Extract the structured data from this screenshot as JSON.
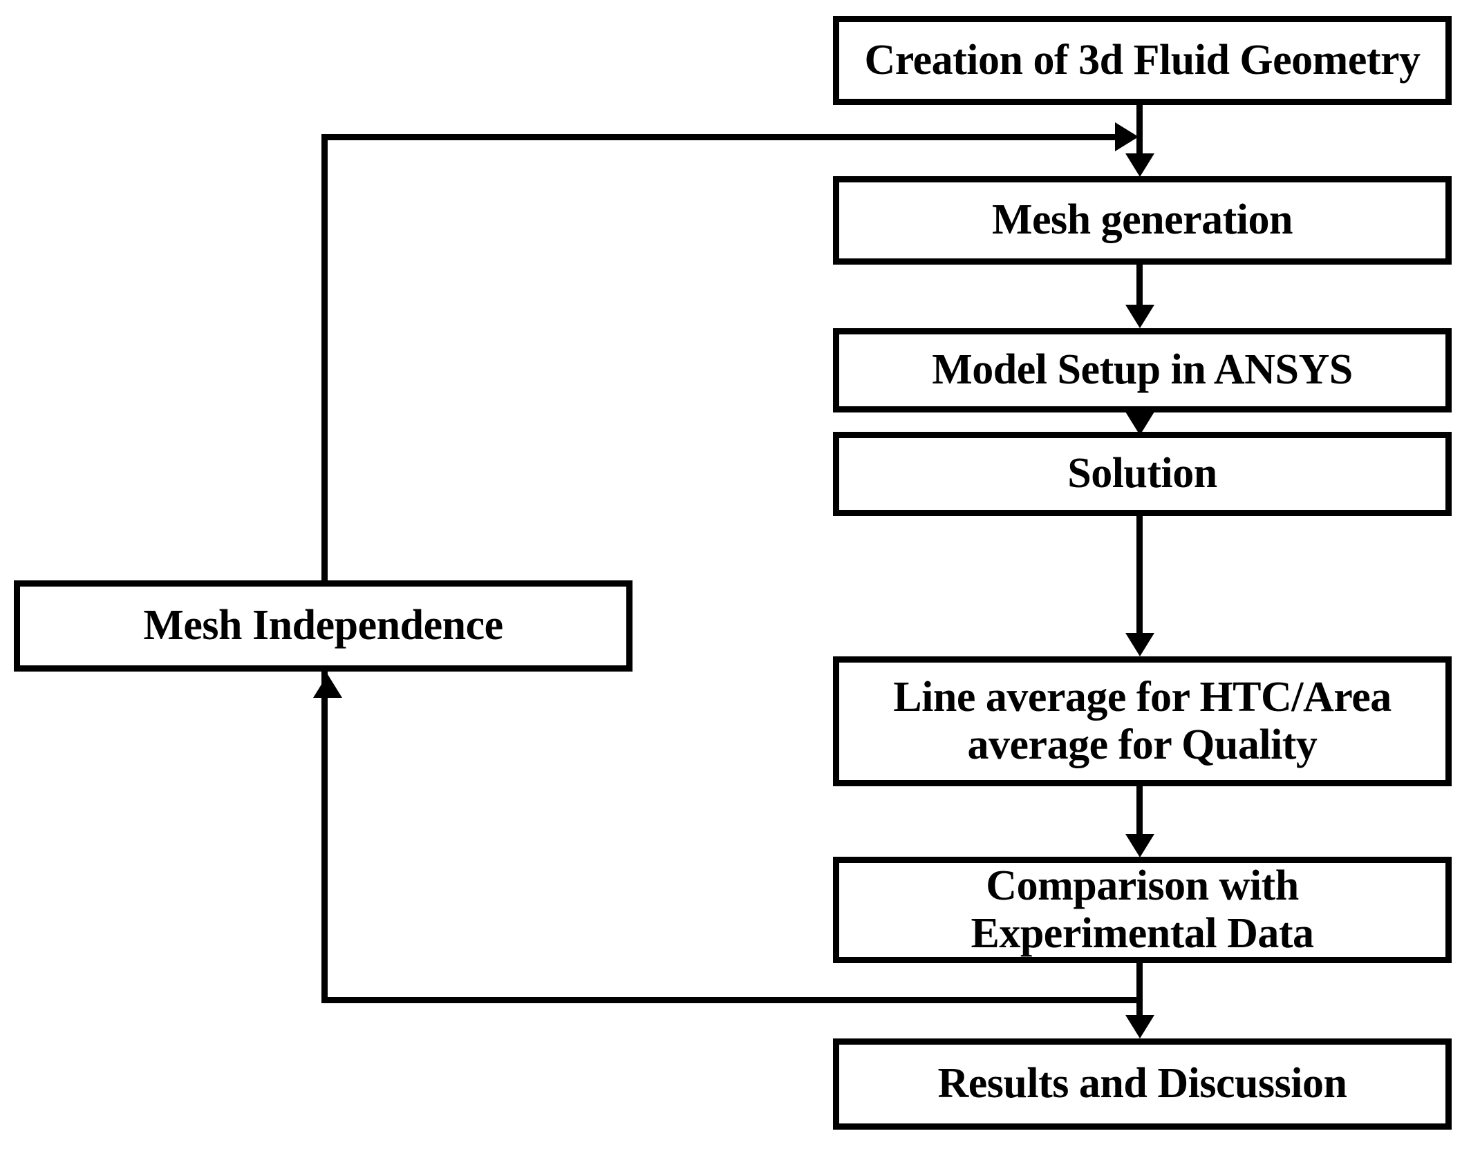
{
  "diagram": {
    "title": "CFD simulation methodology flowchart",
    "colors": {
      "stroke": "#000000",
      "fill": "#ffffff",
      "text": "#000000"
    },
    "nodes": [
      {
        "id": "creation-3d-fluid-geometry",
        "label": "Creation of 3d Fluid Geometry",
        "font_size": 62
      },
      {
        "id": "mesh-generation",
        "label": "Mesh generation",
        "font_size": 62
      },
      {
        "id": "model-setup-ansys",
        "label": "Model Setup in ANSYS",
        "font_size": 62
      },
      {
        "id": "solution",
        "label": "Solution",
        "font_size": 62
      },
      {
        "id": "line-average-htc-area-quality",
        "label": "Line average for HTC/Area\naverage for Quality",
        "font_size": 62
      },
      {
        "id": "comparison-experimental-data",
        "label": "Comparison with\nExperimental Data",
        "font_size": 62
      },
      {
        "id": "results-and-discussion",
        "label": "Results and Discussion",
        "font_size": 62
      },
      {
        "id": "mesh-independence",
        "label": "Mesh Independence",
        "font_size": 62
      }
    ],
    "edges": [
      {
        "id": "geometry-to-mesh",
        "from": "creation-3d-fluid-geometry",
        "to": "mesh-generation",
        "kind": "arrow-down"
      },
      {
        "id": "mesh-to-setup",
        "from": "mesh-generation",
        "to": "model-setup-ansys",
        "kind": "arrow-down"
      },
      {
        "id": "setup-to-solution",
        "from": "model-setup-ansys",
        "to": "solution",
        "kind": "arrow-down"
      },
      {
        "id": "solution-to-lineaverage",
        "from": "solution",
        "to": "line-average-htc-area-quality",
        "kind": "arrow-down"
      },
      {
        "id": "lineaverage-to-comparison",
        "from": "line-average-htc-area-quality",
        "to": "comparison-experimental-data",
        "kind": "arrow-down"
      },
      {
        "id": "comparison-to-results",
        "from": "comparison-experimental-data",
        "to": "results-and-discussion",
        "kind": "arrow-down"
      },
      {
        "id": "comparison-to-meshindependence",
        "from": "comparison-experimental-data",
        "to": "mesh-independence",
        "kind": "feedback-up"
      },
      {
        "id": "meshindependence-to-mesh",
        "from": "mesh-independence",
        "to": "mesh-generation",
        "kind": "feedback-right"
      }
    ]
  }
}
